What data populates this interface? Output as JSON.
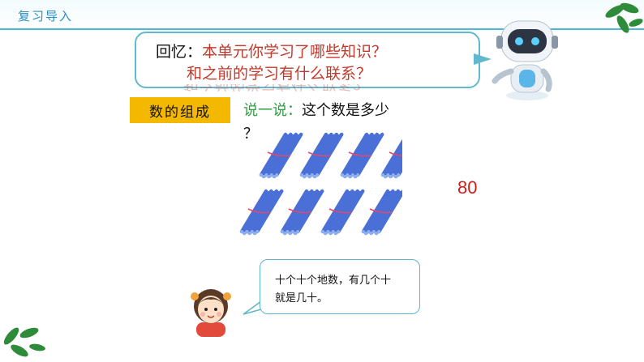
{
  "header": {
    "section_title": "复习导入"
  },
  "speech": {
    "label": "回忆：",
    "question1": "本单元你学习了哪些知识？",
    "question2": "和之前的学习有什么联系？"
  },
  "topic": {
    "label": "数的组成"
  },
  "prompt": {
    "label": "说一说：",
    "text": "这个数是多少",
    "question_mark": "？"
  },
  "bundles": {
    "count": 8
  },
  "answer": {
    "value": "80"
  },
  "hint": {
    "line1": "十个十个地数，有几个十",
    "line2": "就是几十。"
  },
  "colors": {
    "accent": "#49b8d9",
    "topic_bg": "#f5b800",
    "red_text": "#c0392b",
    "green_text": "#2ea043",
    "stick_blue": "#4a6fd6",
    "leaf_green": "#2e8b3a"
  },
  "icons": [
    "leaf-icon",
    "robot-icon",
    "girl-avatar",
    "stick-bundle-icon"
  ]
}
